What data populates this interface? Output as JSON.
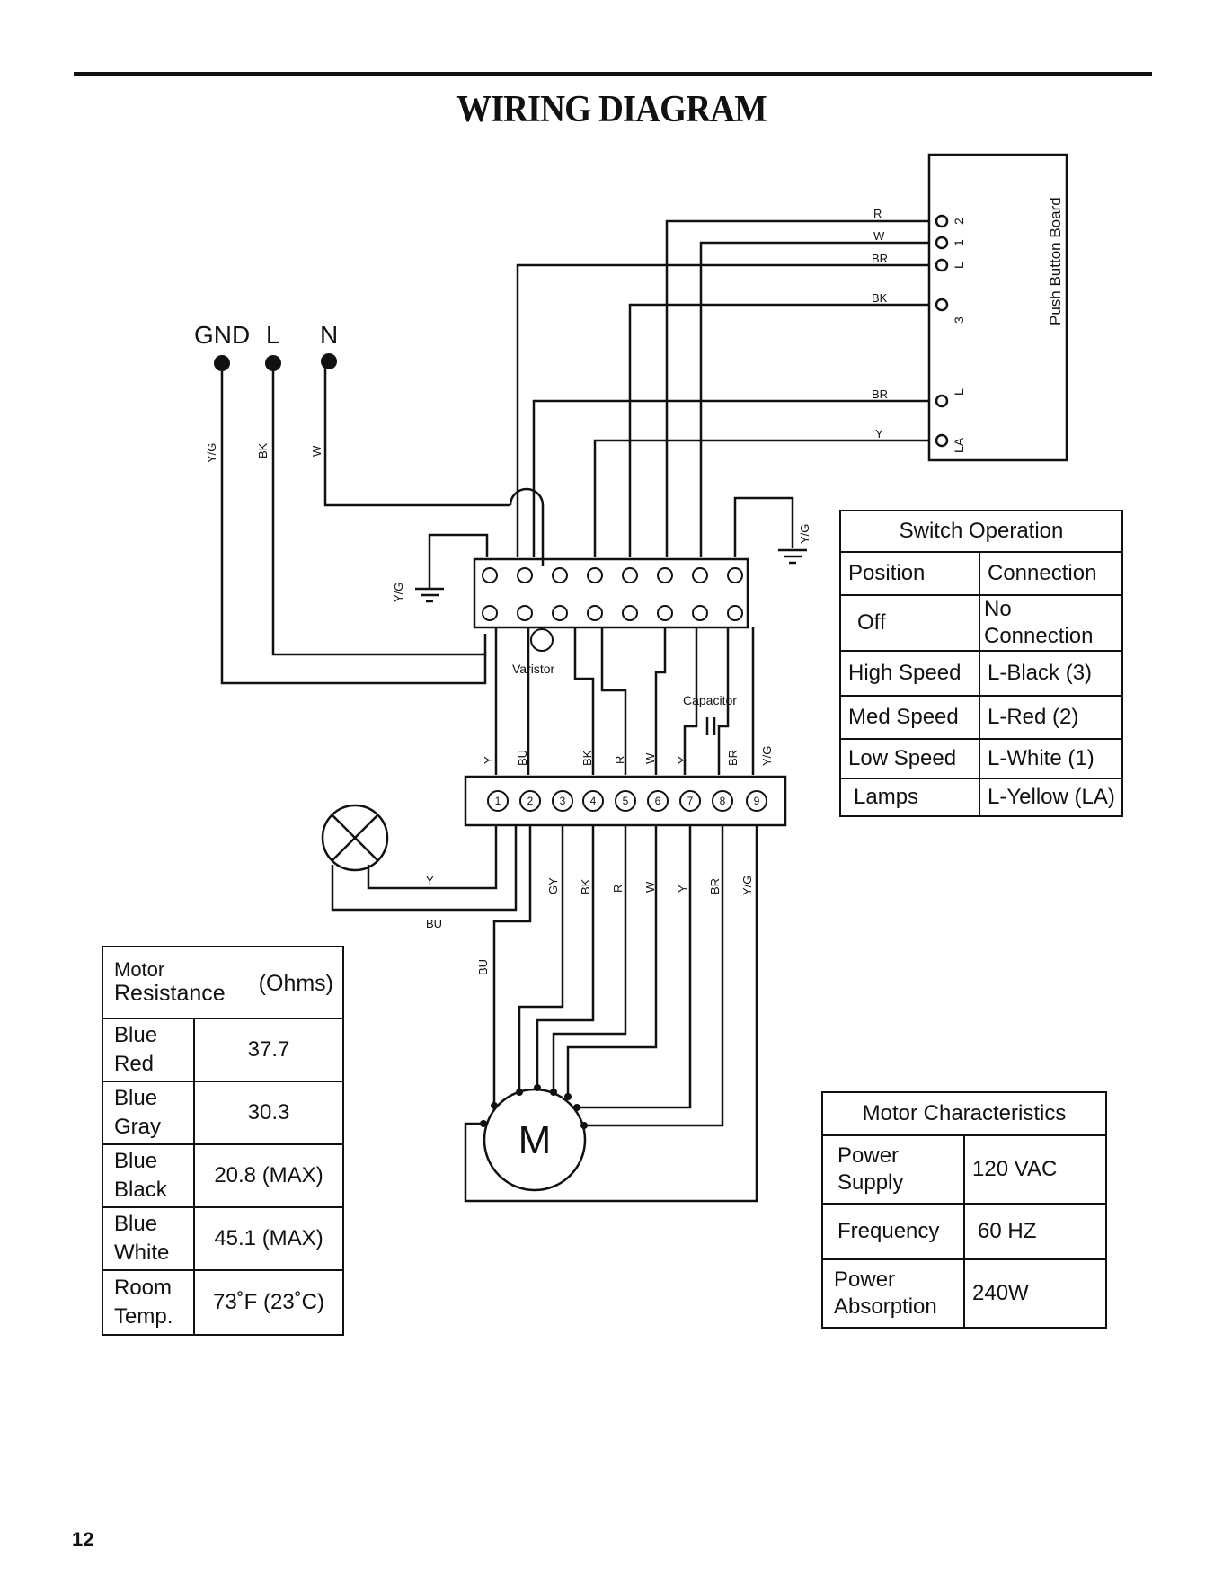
{
  "title": "WIRING DIAGRAM",
  "page_number": "12",
  "mains": {
    "gnd": "GND",
    "l": "L",
    "n": "N"
  },
  "wire_labels": {
    "yg": "Y/G",
    "bk": "BK",
    "w": "W",
    "r": "R",
    "br": "BR",
    "y": "Y",
    "bu": "BU",
    "gy": "GY"
  },
  "push_button_board": {
    "label": "Push Button Board",
    "pins": [
      "2",
      "1",
      "L",
      "3",
      "L",
      "LA"
    ]
  },
  "varistor_label": "Varistor",
  "capacitor_label": "Capacitor",
  "motor_symbol": "M",
  "connector_pins": [
    "1",
    "2",
    "3",
    "4",
    "5",
    "6",
    "7",
    "8",
    "9"
  ],
  "switch_operation": {
    "title": "Switch Operation",
    "headers": [
      "Position",
      "Connection"
    ],
    "rows": [
      [
        "Off",
        "No Connection"
      ],
      [
        "High Speed",
        "L-Black (3)"
      ],
      [
        "Med Speed",
        "L-Red (2)"
      ],
      [
        "Low Speed",
        "L-White (1)"
      ],
      [
        "Lamps",
        "L-Yellow (LA)"
      ]
    ]
  },
  "motor_resistance": {
    "title_line1": "Motor",
    "title_line2": "Resistance",
    "unit": "(Ohms)",
    "rows": [
      [
        "Blue",
        "Red",
        "37.7"
      ],
      [
        "Blue",
        "Gray",
        "30.3"
      ],
      [
        "Blue",
        "Black",
        "20.8 (MAX)"
      ],
      [
        "Blue",
        "White",
        "45.1 (MAX)"
      ],
      [
        "Room",
        "Temp.",
        "73˚F (23˚C)"
      ]
    ]
  },
  "motor_characteristics": {
    "title": "Motor Characteristics",
    "rows": [
      [
        "Power",
        "Supply",
        "120 VAC"
      ],
      [
        "Frequency",
        "",
        "60 HZ"
      ],
      [
        "Power",
        "Absorption",
        "240W"
      ]
    ]
  }
}
